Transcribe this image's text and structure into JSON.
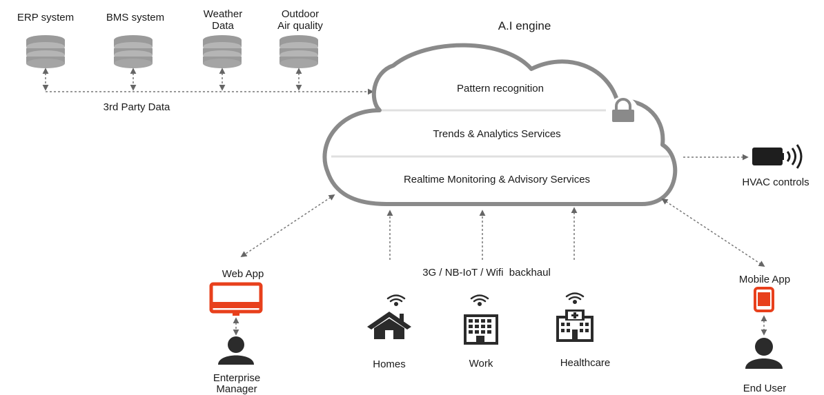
{
  "sources": [
    {
      "label": "ERP system"
    },
    {
      "label": "BMS system"
    },
    {
      "label": "Weather\nData"
    },
    {
      "label": "Outdoor\nAir quality"
    }
  ],
  "third_party_label": "3rd Party Data",
  "engine": {
    "title": "A.I engine",
    "layers": [
      "Pattern recognition",
      "Trends & Analytics Services",
      "Realtime Monitoring & Advisory Services"
    ]
  },
  "hvac_label": "HVAC controls",
  "backhaul_label": "3G / NB-IoT / Wifi  backhaul",
  "sites": [
    {
      "label": "Homes"
    },
    {
      "label": "Work"
    },
    {
      "label": "Healthcare"
    }
  ],
  "web_app": {
    "label": "Web App",
    "user_label": "Enterprise\nManager"
  },
  "mobile_app": {
    "label": "Mobile App",
    "user_label": "End User"
  },
  "colors": {
    "accent": "#e8401c",
    "dark": "#2b2b2b",
    "cloud": "#8a8a8a",
    "arrow": "#777777"
  }
}
